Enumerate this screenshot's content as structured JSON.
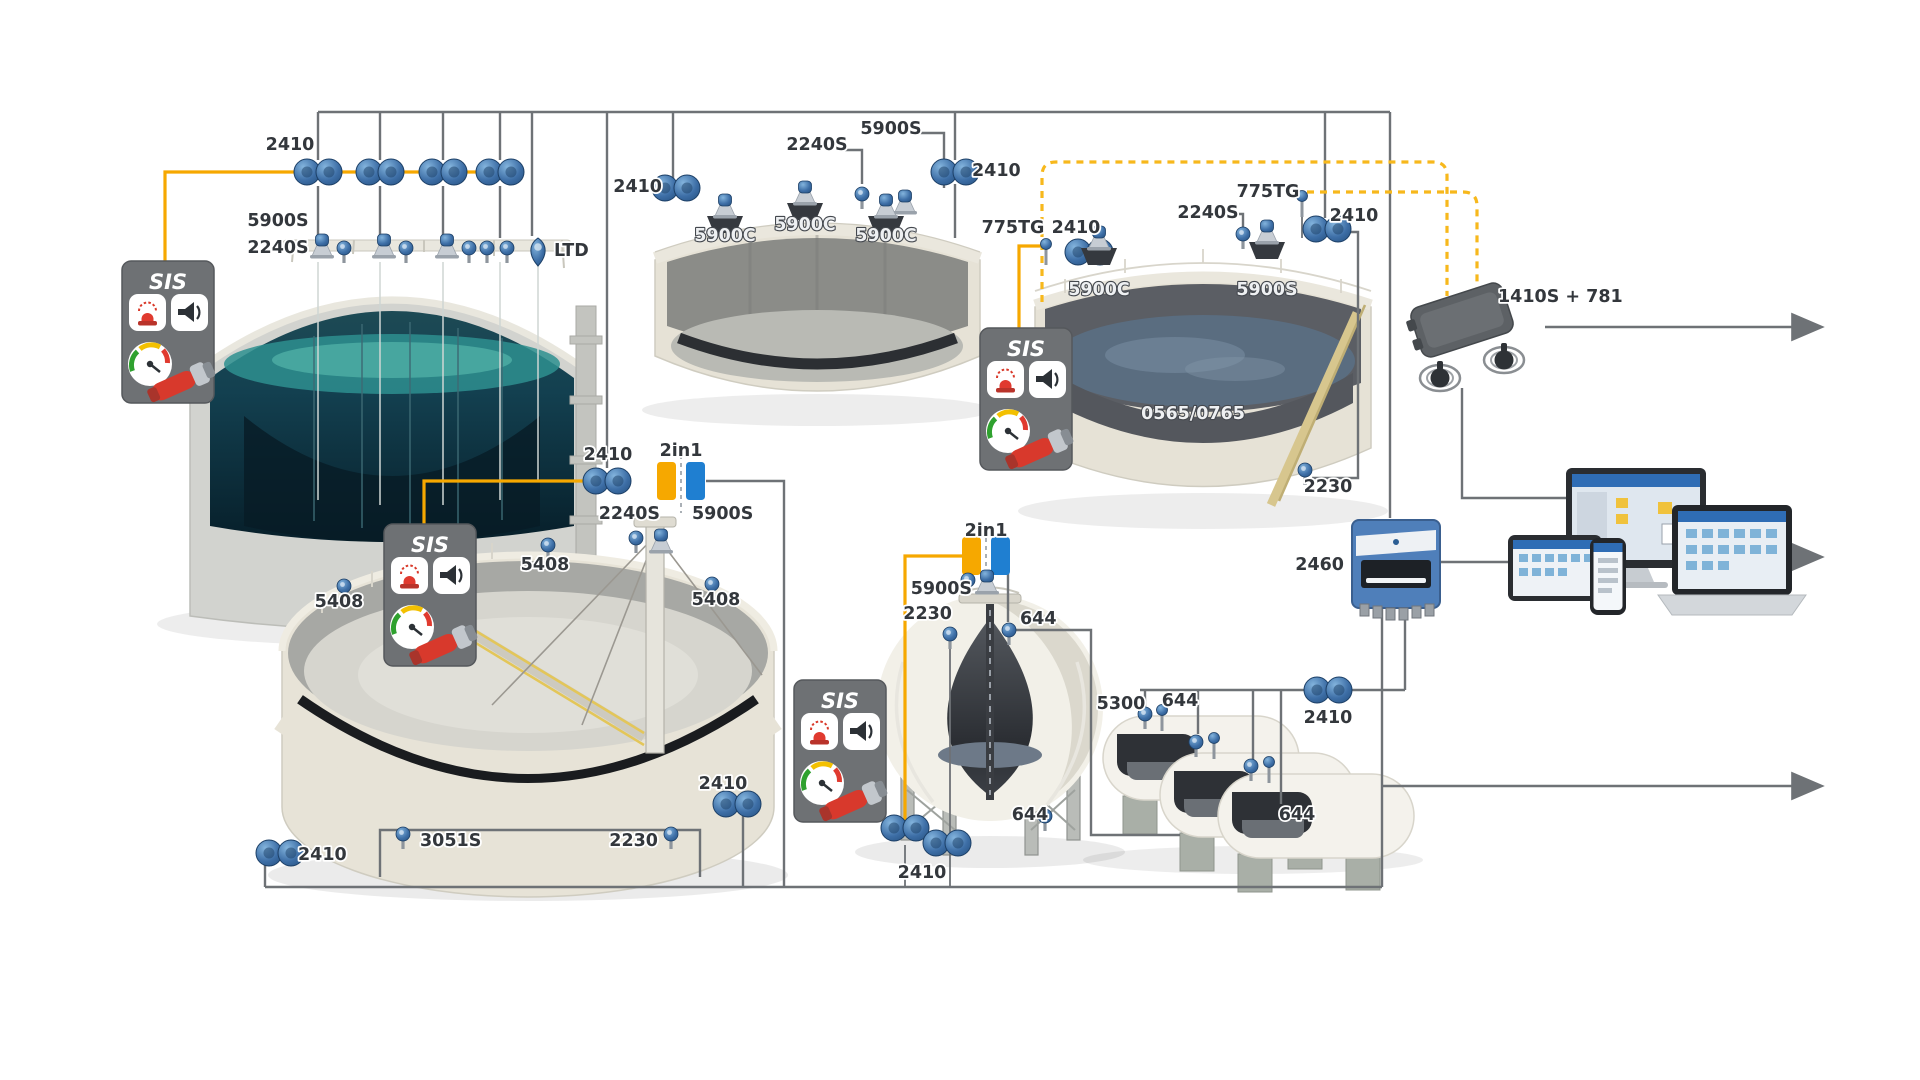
{
  "colors": {
    "accent_yellow": "#F6A800",
    "wireless_dash": "#F7B81C",
    "line_gray": "#6E7276",
    "device_blue": "#3D6EA6",
    "sis_panel_gray": "#6E7174"
  },
  "sis": "SIS",
  "tank1": {
    "hub": "2410",
    "radar": "5900S",
    "temp": "2240S",
    "ltd": "LTD"
  },
  "tank2": {
    "hub_left": "2410",
    "temp": "2240S",
    "radar": "5900S",
    "antenna1": "5900C",
    "antenna2": "5900C",
    "antenna3": "5900C",
    "hub_right": "2410"
  },
  "tank3": {
    "tg_left": "775TG",
    "hub_left": "2410",
    "temp": "2240S",
    "tg_right": "775TG",
    "hub_right": "2410",
    "antenna_left": "5900C",
    "antenna_right": "5900S",
    "tank_id": "0565/0765",
    "level_2230": "2230"
  },
  "gateway": {
    "label": "1410S + 781"
  },
  "hub2460": {
    "label": "2460"
  },
  "tank4": {
    "hub_top": "2410",
    "two_in_one": "2in1",
    "temp": "2240S",
    "radar": "5900S",
    "pilot_a": "5408",
    "pilot_b": "5408",
    "pilot_c": "5408",
    "hub_right": "2410",
    "pressure": "3051S",
    "level_2230": "2230",
    "hub_left": "2410"
  },
  "sphere": {
    "two_in_one": "2in1",
    "radar": "5900S",
    "level_2230": "2230",
    "pt_top": "644",
    "pt_bottom": "644",
    "hub": "2410"
  },
  "bullets": {
    "radar": "5300",
    "pt_top": "644",
    "hub": "2410",
    "pt_bottom": "644"
  }
}
